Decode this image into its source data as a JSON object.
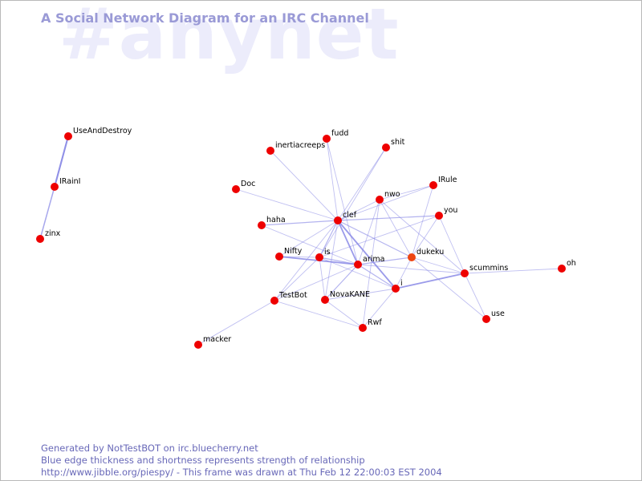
{
  "watermark": "#anynet",
  "title": "A Social Network Diagram for an IRC Channel",
  "footer": {
    "line1": "Generated by NotTestBOT on irc.bluecherry.net",
    "line2": "Blue edge thickness and shortness represents strength of relationship",
    "line3": "http://www.jibble.org/piespy/ - This frame was drawn at Thu Feb 12 22:00:03 EST 2004"
  },
  "colors": {
    "node": "#ee0000",
    "node_active": "#ee4411",
    "edge": "#8a8ae6",
    "title": "#9a9ad6",
    "watermark": "#ececfb"
  },
  "graph": {
    "nodes": [
      {
        "id": "UseAndDestroy",
        "label": "UseAndDestroy"
      },
      {
        "id": "IRainI",
        "label": "IRainI"
      },
      {
        "id": "zinx",
        "label": "zinx"
      },
      {
        "id": "inertiacreeps",
        "label": "inertiacreeps"
      },
      {
        "id": "fudd",
        "label": "fudd"
      },
      {
        "id": "shit",
        "label": "shit"
      },
      {
        "id": "Doc",
        "label": "Doc"
      },
      {
        "id": "IRule",
        "label": "IRule"
      },
      {
        "id": "nwo",
        "label": "nwo"
      },
      {
        "id": "clef",
        "label": "clef"
      },
      {
        "id": "you",
        "label": "you"
      },
      {
        "id": "haha",
        "label": "haha"
      },
      {
        "id": "dukeku",
        "label": "dukeku",
        "active": true
      },
      {
        "id": "Nifty",
        "label": "Nifty"
      },
      {
        "id": "is",
        "label": "is"
      },
      {
        "id": "arima",
        "label": "arima"
      },
      {
        "id": "scummins",
        "label": "scummins"
      },
      {
        "id": "oh",
        "label": "oh"
      },
      {
        "id": "i",
        "label": "i"
      },
      {
        "id": "NovaKANE",
        "label": "NovaKANE"
      },
      {
        "id": "TestBot",
        "label": "TestBot"
      },
      {
        "id": "use",
        "label": "use"
      },
      {
        "id": "Rwf",
        "label": "Rwf"
      },
      {
        "id": "macker",
        "label": "macker"
      }
    ],
    "edges": [
      {
        "source": "UseAndDestroy",
        "target": "IRainI",
        "weight": 3
      },
      {
        "source": "IRainI",
        "target": "zinx",
        "weight": 2
      },
      {
        "source": "clef",
        "target": "inertiacreeps",
        "weight": 1
      },
      {
        "source": "clef",
        "target": "fudd",
        "weight": 1
      },
      {
        "source": "clef",
        "target": "shit",
        "weight": 1
      },
      {
        "source": "clef",
        "target": "Doc",
        "weight": 1
      },
      {
        "source": "clef",
        "target": "haha",
        "weight": 1.5
      },
      {
        "source": "clef",
        "target": "nwo",
        "weight": 1
      },
      {
        "source": "clef",
        "target": "you",
        "weight": 1.5
      },
      {
        "source": "clef",
        "target": "IRule",
        "weight": 1
      },
      {
        "source": "clef",
        "target": "Nifty",
        "weight": 1
      },
      {
        "source": "clef",
        "target": "is",
        "weight": 1.5
      },
      {
        "source": "clef",
        "target": "arima",
        "weight": 2.5
      },
      {
        "source": "clef",
        "target": "dukeku",
        "weight": 1.5
      },
      {
        "source": "clef",
        "target": "i",
        "weight": 2.5
      },
      {
        "source": "clef",
        "target": "NovaKANE",
        "weight": 1
      },
      {
        "source": "clef",
        "target": "TestBot",
        "weight": 1
      },
      {
        "source": "fudd",
        "target": "arima",
        "weight": 1
      },
      {
        "source": "shit",
        "target": "is",
        "weight": 1
      },
      {
        "source": "nwo",
        "target": "dukeku",
        "weight": 1
      },
      {
        "source": "nwo",
        "target": "arima",
        "weight": 1
      },
      {
        "source": "nwo",
        "target": "IRule",
        "weight": 1
      },
      {
        "source": "nwo",
        "target": "scummins",
        "weight": 1
      },
      {
        "source": "nwo",
        "target": "Rwf",
        "weight": 1
      },
      {
        "source": "IRule",
        "target": "dukeku",
        "weight": 1
      },
      {
        "source": "you",
        "target": "dukeku",
        "weight": 1
      },
      {
        "source": "you",
        "target": "scummins",
        "weight": 1
      },
      {
        "source": "you",
        "target": "is",
        "weight": 1
      },
      {
        "source": "haha",
        "target": "arima",
        "weight": 1
      },
      {
        "source": "Nifty",
        "target": "arima",
        "weight": 2.5
      },
      {
        "source": "Nifty",
        "target": "is",
        "weight": 1
      },
      {
        "source": "is",
        "target": "arima",
        "weight": 1.5
      },
      {
        "source": "is",
        "target": "i",
        "weight": 1
      },
      {
        "source": "is",
        "target": "NovaKANE",
        "weight": 1
      },
      {
        "source": "is",
        "target": "TestBot",
        "weight": 1
      },
      {
        "source": "arima",
        "target": "dukeku",
        "weight": 1.5
      },
      {
        "source": "arima",
        "target": "scummins",
        "weight": 1
      },
      {
        "source": "arima",
        "target": "i",
        "weight": 1.5
      },
      {
        "source": "arima",
        "target": "NovaKANE",
        "weight": 1.5
      },
      {
        "source": "arima",
        "target": "TestBot",
        "weight": 1
      },
      {
        "source": "dukeku",
        "target": "i",
        "weight": 1
      },
      {
        "source": "dukeku",
        "target": "use",
        "weight": 1
      },
      {
        "source": "dukeku",
        "target": "scummins",
        "weight": 1
      },
      {
        "source": "i",
        "target": "scummins",
        "weight": 2.5
      },
      {
        "source": "i",
        "target": "NovaKANE",
        "weight": 1
      },
      {
        "source": "i",
        "target": "Rwf",
        "weight": 1
      },
      {
        "source": "scummins",
        "target": "oh",
        "weight": 1
      },
      {
        "source": "scummins",
        "target": "use",
        "weight": 1
      },
      {
        "source": "NovaKANE",
        "target": "Rwf",
        "weight": 1
      },
      {
        "source": "TestBot",
        "target": "Rwf",
        "weight": 1
      },
      {
        "source": "TestBot",
        "target": "macker",
        "weight": 1
      }
    ]
  }
}
